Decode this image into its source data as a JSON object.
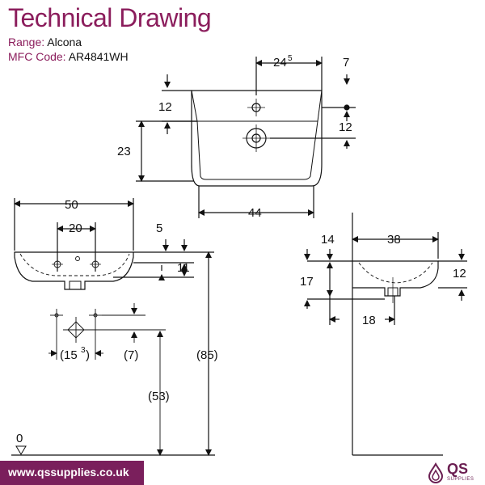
{
  "header": {
    "title": "Technical Drawing",
    "range_label": "Range:",
    "range_value": "Alcona",
    "code_label": "MFC Code:",
    "code_value": "AR4841WH"
  },
  "dimensions": {
    "top_width": "24",
    "top_width_sup": "5",
    "top_offset_right": "7",
    "top_hole_left": "12",
    "top_hole_right": "12",
    "top_depth": "23",
    "top_inner_width": "44",
    "front_width": "50",
    "front_tap_spacing": "20",
    "front_rim": "5",
    "front_height": "11",
    "front_fix_spacing": "(15",
    "front_fix_spacing_sup": "3",
    "front_fix_spacing_close": ")",
    "front_fix_height": "(7)",
    "front_fix_floor": "(53)",
    "front_total_height": "(85)",
    "floor_level": "0",
    "side_wall_offset": "14",
    "side_depth": "38",
    "side_rim": "12",
    "side_height": "17",
    "side_waste": "18"
  },
  "footer": {
    "url": "www.qssupplies.co.uk",
    "logo_name": "QS",
    "logo_sub": "SUPPLIES"
  },
  "colors": {
    "brand": "#8b1d5c",
    "footer_bg": "#7a1f5c",
    "line": "#111111"
  }
}
